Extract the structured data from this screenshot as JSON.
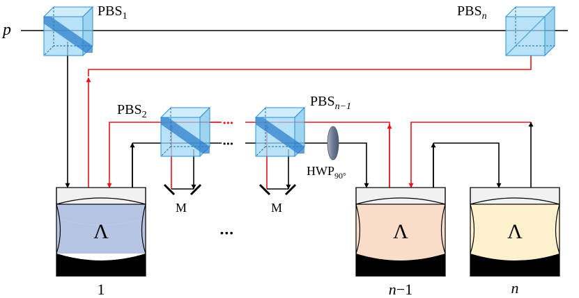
{
  "labels": {
    "input_port": "p",
    "pbs_prefix": "PBS",
    "pbs1_sub": "1",
    "pbs2_sub": "2",
    "pbsn1_sub": "n−1",
    "pbsn_sub": "n",
    "hwp_main": "HWP",
    "hwp_sub": "90°",
    "mirror": "M",
    "unit_symbol": "Λ",
    "unit1": "1",
    "unit_n1_italic": "n",
    "unit_n1_rest": "−1",
    "unit_n": "n",
    "ellipsis": "•••"
  },
  "colors": {
    "red_beam": "#e8141c",
    "black_beam": "#000000",
    "cube_fill": "#9fd8f5",
    "cube_diagonal": "#2f7fcc",
    "unit1_fill": "#b6c4e4",
    "unit_n1_fill": "#f9ddc9",
    "unit_n_fill": "#fdf0cc",
    "unit_cap": "#f1f1f1",
    "unit_base": "#000000",
    "hwp_fill": "#7d8aa2"
  }
}
